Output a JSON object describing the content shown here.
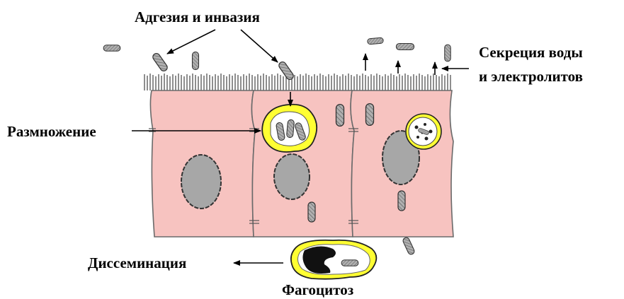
{
  "labels": {
    "adhesion": "Адгезия и инвазия",
    "secretion_line1": "Секреция воды",
    "secretion_line2": "и электролитов",
    "reproduction": "Размножение",
    "dissemination": "Диссеминация",
    "phagocytosis": "Фагоцитоз"
  },
  "colors": {
    "cell_fill": "#f7c3c0",
    "cell_stroke": "#6a6a6a",
    "nucleus_fill": "#a7a7a7",
    "vacuole_fill": "#ffff33",
    "bacterium_fill": "#9a9a9a",
    "phagocyte_nucleus": "#111111"
  },
  "icons": [
    "bacterium-icon",
    "arrow-icon",
    "nucleus-icon",
    "vacuole-icon",
    "phagocyte-icon"
  ]
}
